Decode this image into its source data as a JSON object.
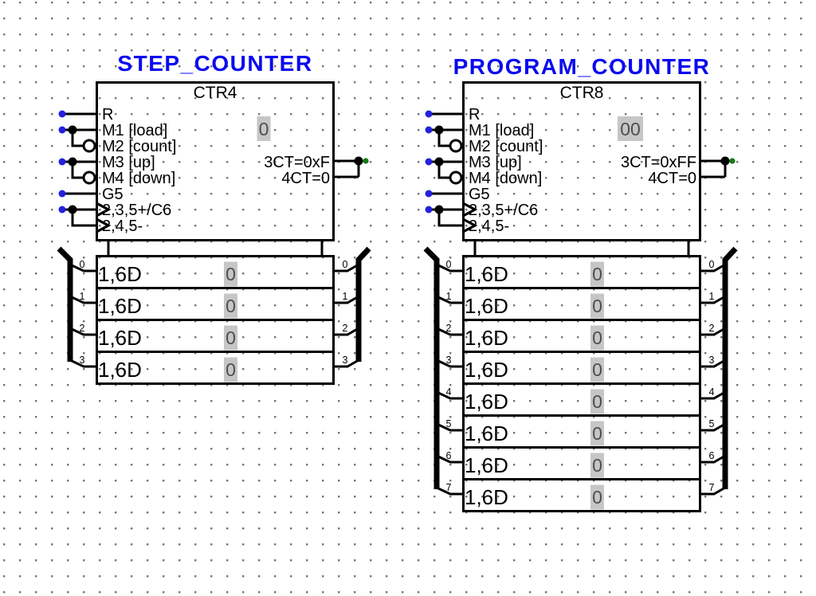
{
  "canvas": {
    "background": "#ffffff",
    "grid_dot_color": "#757575",
    "wire_color": "#000000",
    "title_color": "#0a0af0",
    "input_pin_color": "#2222dd",
    "output_pin_color": "#157a15",
    "value_cell_bg": "#c6c6c6",
    "value_text_color": "#4e4e4e"
  },
  "counters": [
    {
      "title": "STEP_COUNTER",
      "type_label": "CTR4",
      "value": "0",
      "pin_labels": [
        "R",
        "M1 [load]",
        "M2 [count]",
        "M3 [up]",
        "M4 [down]",
        "G5",
        "2,3,5+/C6",
        "2,4,5-"
      ],
      "output_labels": [
        "3CT=0xF",
        "4CT=0"
      ],
      "rows": [
        {
          "label": "1,6D",
          "value": "0",
          "index": "0"
        },
        {
          "label": "1,6D",
          "value": "0",
          "index": "1"
        },
        {
          "label": "1,6D",
          "value": "0",
          "index": "2"
        },
        {
          "label": "1,6D",
          "value": "0",
          "index": "3"
        }
      ]
    },
    {
      "title": "PROGRAM_COUNTER",
      "type_label": "CTR8",
      "value": "00",
      "pin_labels": [
        "R",
        "M1 [load]",
        "M2 [count]",
        "M3 [up]",
        "M4 [down]",
        "G5",
        "2,3,5+/C6",
        "2,4,5-"
      ],
      "output_labels": [
        "3CT=0xFF",
        "4CT=0"
      ],
      "rows": [
        {
          "label": "1,6D",
          "value": "0",
          "index": "0"
        },
        {
          "label": "1,6D",
          "value": "0",
          "index": "1"
        },
        {
          "label": "1,6D",
          "value": "0",
          "index": "2"
        },
        {
          "label": "1,6D",
          "value": "0",
          "index": "3"
        },
        {
          "label": "1,6D",
          "value": "0",
          "index": "4"
        },
        {
          "label": "1,6D",
          "value": "0",
          "index": "5"
        },
        {
          "label": "1,6D",
          "value": "0",
          "index": "6"
        },
        {
          "label": "1,6D",
          "value": "0",
          "index": "7"
        }
      ]
    }
  ]
}
